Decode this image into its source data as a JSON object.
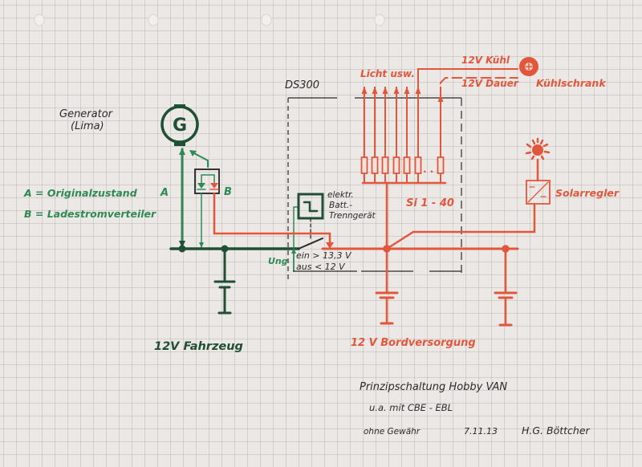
{
  "colors": {
    "vehicle_circuit": "#1f4f34",
    "charge_label": "#2e8a55",
    "board_circuit": "#e2573c",
    "ink": "#2a2a2a",
    "paper": "#ebe8e5"
  },
  "labels": {
    "generator": "Generator",
    "generator_sub": "(Lima)",
    "generator_symbol": "G",
    "legend_a": "A = Originalzustand",
    "legend_b": "B = Ladestromverteiler",
    "marker_a": "A",
    "marker_b": "B",
    "ds300": "DS300",
    "disconnect_line1": "elektr.",
    "disconnect_line2": "Batt.-",
    "disconnect_line3": "Trenngerät",
    "ung": "Ung",
    "on_threshold": "ein > 13,3 V",
    "off_threshold": "aus < 12 V",
    "lights": "Licht usw.",
    "fridge_12v": "12V Kühl",
    "permanent_12v": "12V Dauer",
    "fridge": "Kühlschrank",
    "fuses": "Si 1 - 40",
    "fuse_ellipsis": ". .",
    "solar_controller": "Solarregler",
    "vehicle_supply": "12V Fahrzeug",
    "board_supply": "12 V Bordversorgung"
  },
  "title_block": {
    "title": "Prinzipschaltung Hobby VAN",
    "subtitle": "u.a. mit CBE - EBL",
    "disclaimer": "ohne Gewähr",
    "date": "7.11.13",
    "author": "H.G. Böttcher"
  },
  "icons": {
    "generator": "generator-circle-icon",
    "battery": "battery-icon",
    "fridge": "fridge-fan-icon",
    "sun": "sun-icon",
    "solar_controller": "dc-converter-icon",
    "relay": "relay-box-icon",
    "diode": "diode-icon",
    "fuse": "fuse-icon"
  }
}
